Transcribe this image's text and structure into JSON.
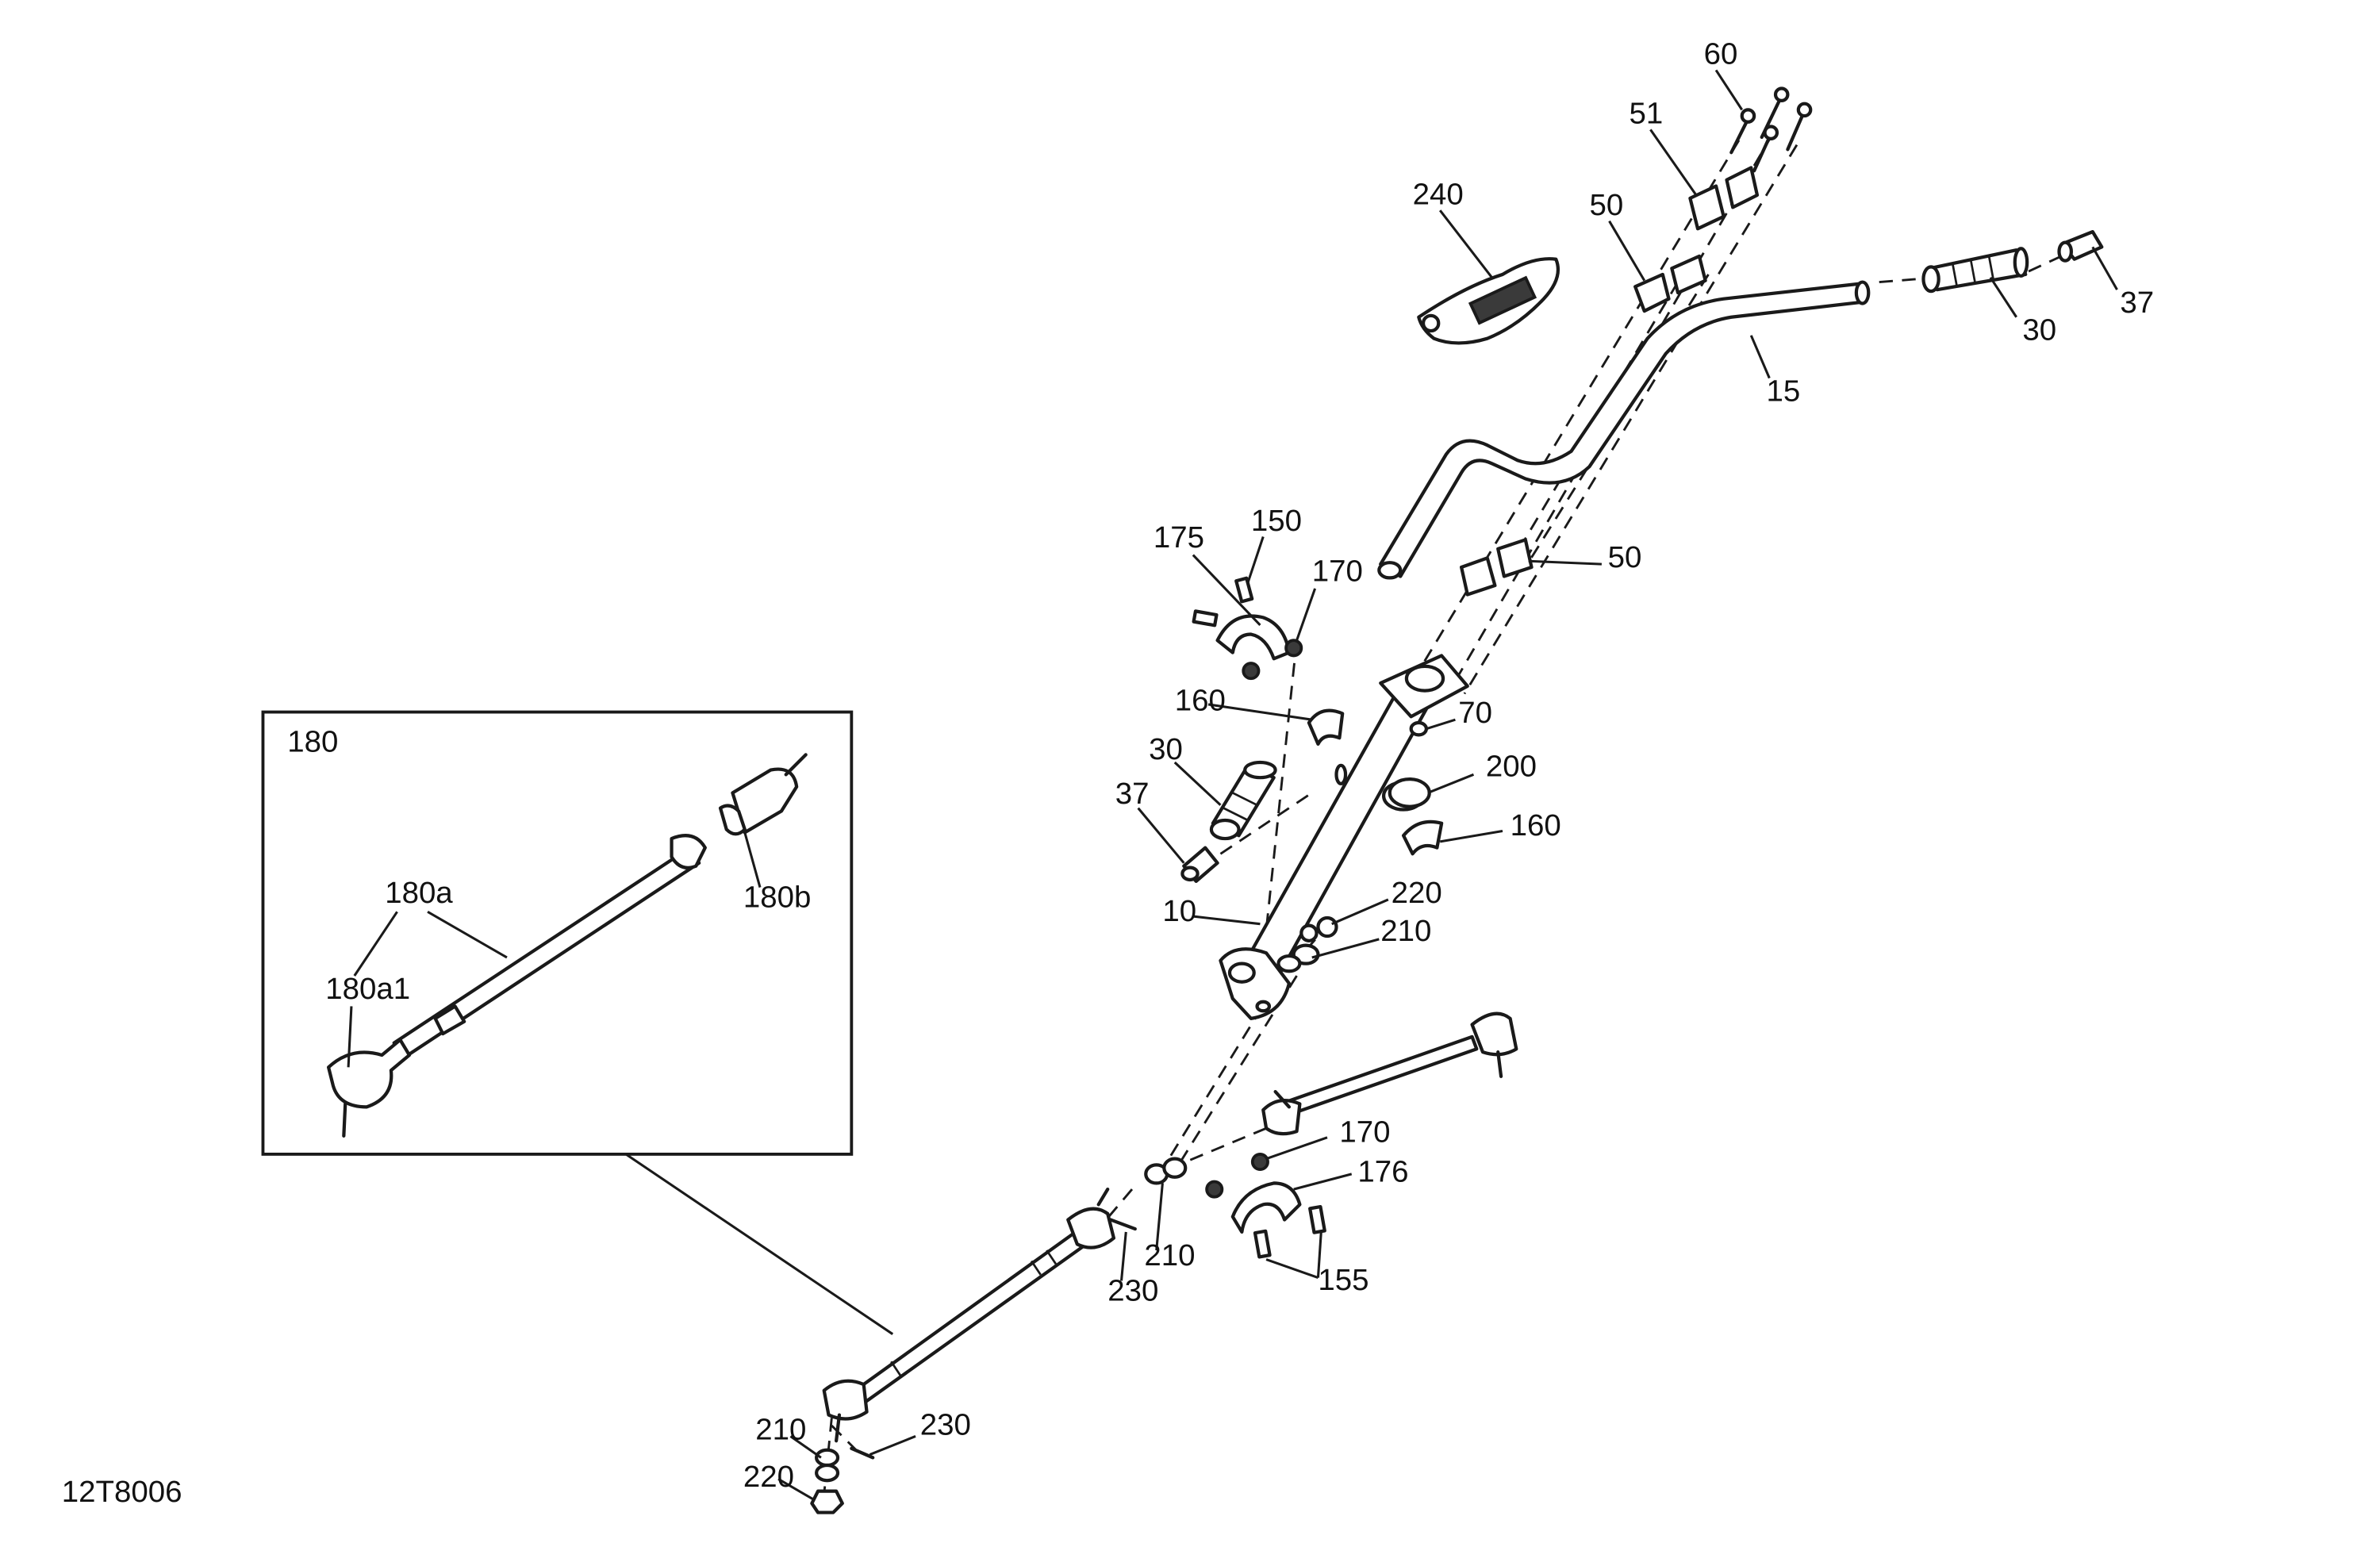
{
  "diagram": {
    "id_code": "12T8006",
    "inset_title": "180",
    "callouts": {
      "c60": "60",
      "c51": "51",
      "c50_top": "50",
      "c240": "240",
      "c30_right": "30",
      "c37_right": "37",
      "c15": "15",
      "c50_mid": "50",
      "c175": "175",
      "c150": "150",
      "c170_top": "170",
      "c70": "70",
      "c160_top": "160",
      "c30_left": "30",
      "c200": "200",
      "c37_left": "37",
      "c160_bottom": "160",
      "c10": "10",
      "c220_top": "220",
      "c210_top": "210",
      "c170_bottom": "170",
      "c176": "176",
      "c210_mid": "210",
      "c230_mid": "230",
      "c155": "155",
      "c210_bottom": "210",
      "c230_bottom": "230",
      "c220_bottom": "220",
      "c180a": "180a",
      "c180a1": "180a1",
      "c180b": "180b"
    }
  }
}
